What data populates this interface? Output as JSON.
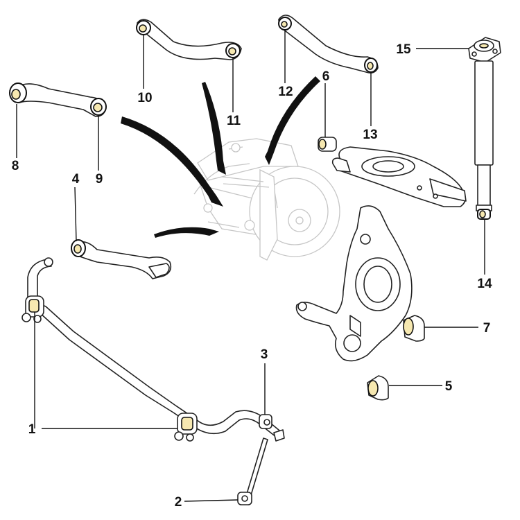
{
  "callouts": [
    {
      "id": "1",
      "label": "1"
    },
    {
      "id": "2",
      "label": "2"
    },
    {
      "id": "3",
      "label": "3"
    },
    {
      "id": "4",
      "label": "4"
    },
    {
      "id": "5",
      "label": "5"
    },
    {
      "id": "6",
      "label": "6"
    },
    {
      "id": "7",
      "label": "7"
    },
    {
      "id": "8",
      "label": "8"
    },
    {
      "id": "9",
      "label": "9"
    },
    {
      "id": "10",
      "label": "10"
    },
    {
      "id": "11",
      "label": "11"
    },
    {
      "id": "12",
      "label": "12"
    },
    {
      "id": "13",
      "label": "13"
    },
    {
      "id": "14",
      "label": "14"
    },
    {
      "id": "15",
      "label": "15"
    }
  ],
  "colors": {
    "line": "#222222",
    "bushing_insert": "#f6e8b0",
    "ghost_assembly": "#c6c6c6"
  }
}
